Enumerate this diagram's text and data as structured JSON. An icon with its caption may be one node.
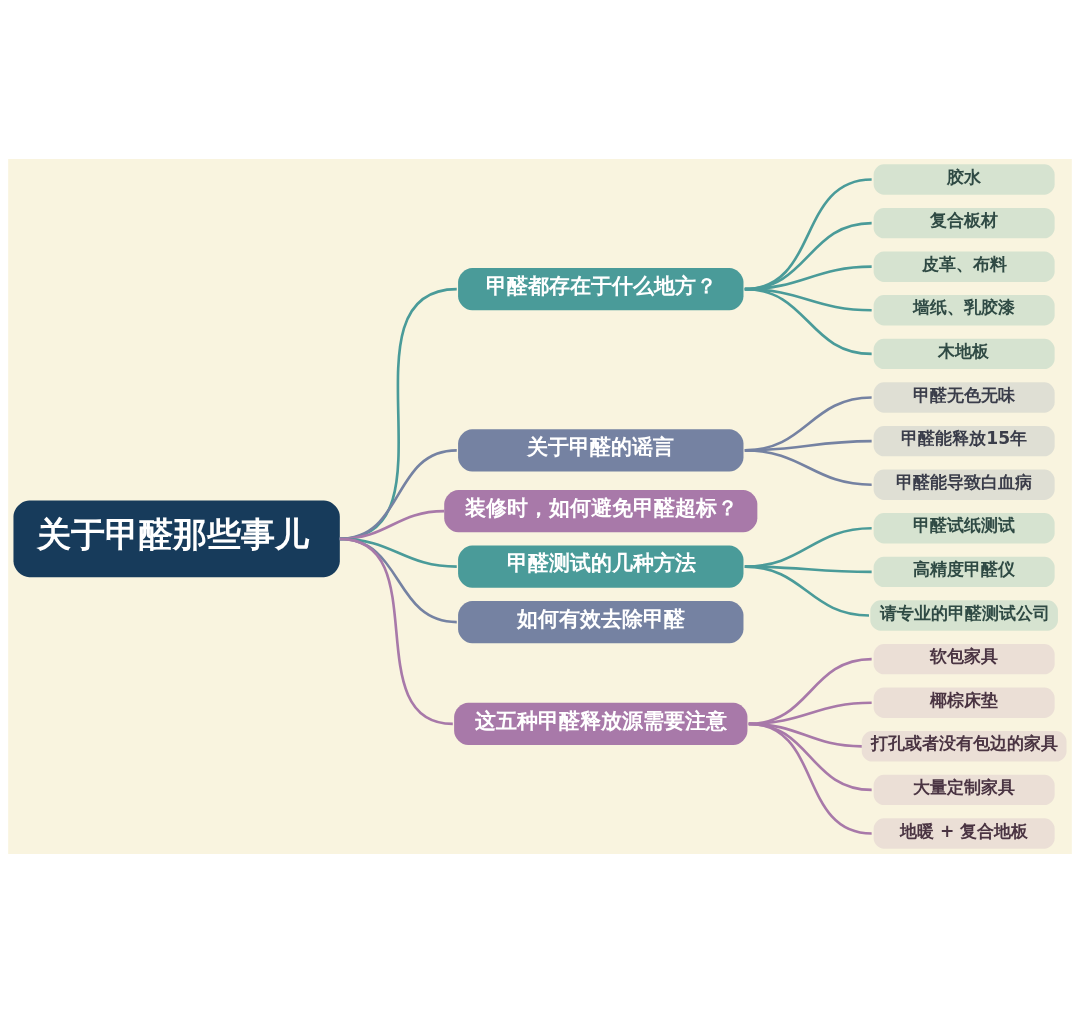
{
  "diagram": {
    "nodes": [
      {
        "text": [
          "关于甲醛那些事儿"
        ]
      },
      {
        "text": [
          "甲醛都存在于什么地方？"
        ]
      },
      {
        "text": [
          "胶水"
        ]
      },
      {
        "text": [
          "复合板材"
        ]
      },
      {
        "text": [
          "皮革、布料"
        ]
      },
      {
        "text": [
          "墙纸、乳胶漆"
        ]
      },
      {
        "text": [
          "木地板"
        ]
      },
      {
        "text": [
          "关于甲醛的谣言"
        ]
      },
      {
        "text": [
          "甲醛无色无味"
        ]
      },
      {
        "text": [
          "甲醛能释放15年"
        ]
      },
      {
        "text": [
          "甲醛能导致白血病"
        ]
      },
      {
        "text": [
          "装修时，如何避免甲醛超标？"
        ]
      },
      {
        "text": [
          "甲醛测试的几种方法"
        ]
      },
      {
        "text": [
          "甲醛试纸测试"
        ]
      },
      {
        "text": [
          "高精度甲醛仪"
        ]
      },
      {
        "text": [
          "请专业的甲醛测试公司"
        ]
      },
      {
        "text": [
          "如何有效去除甲醛"
        ]
      },
      {
        "text": [
          "这五种甲醛释放源需要注意"
        ]
      },
      {
        "text": [
          "软包家具"
        ]
      },
      {
        "text": [
          "椰棕床垫"
        ]
      },
      {
        "text": [
          "打孔或者没有包边的家具"
        ]
      },
      {
        "text": [
          "大量定制家具"
        ]
      },
      {
        "text": [
          "地暖 + 复合地板"
        ]
      }
    ],
    "edges": [
      {
        "from": 0,
        "to": 1,
        "arrow": "none"
      },
      {
        "from": 1,
        "to": 2,
        "arrow": "none"
      },
      {
        "from": 1,
        "to": 3,
        "arrow": "none"
      },
      {
        "from": 1,
        "to": 4,
        "arrow": "none"
      },
      {
        "from": 1,
        "to": 5,
        "arrow": "none"
      },
      {
        "from": 1,
        "to": 6,
        "arrow": "none"
      },
      {
        "from": 0,
        "to": 7,
        "arrow": "none",
        "color": "#7582a2"
      },
      {
        "from": 7,
        "to": 8,
        "arrow": "none",
        "color": "#7582a2"
      },
      {
        "from": 7,
        "to": 9,
        "arrow": "none",
        "color": "#7582a2"
      },
      {
        "from": 7,
        "to": 10,
        "arrow": "none",
        "color": "#7582a2"
      },
      {
        "from": 0,
        "to": 11,
        "arrow": "none",
        "color": "#a879a9"
      },
      {
        "from": 0,
        "to": 12,
        "arrow": "none"
      },
      {
        "from": 12,
        "to": 13,
        "arrow": "none"
      },
      {
        "from": 12,
        "to": 14,
        "arrow": "none"
      },
      {
        "from": 12,
        "to": 15,
        "arrow": "none"
      },
      {
        "from": 0,
        "to": 16,
        "arrow": "none",
        "color": "#7582a2"
      },
      {
        "from": 0,
        "to": 17,
        "arrow": "none",
        "color": "#a879a9"
      },
      {
        "from": 17,
        "to": 18,
        "arrow": "none",
        "color": "#a879a9"
      },
      {
        "from": 17,
        "to": 19,
        "arrow": "none",
        "color": "#a879a9"
      },
      {
        "from": 17,
        "to": 20,
        "arrow": "none",
        "color": "#a879a9"
      },
      {
        "from": 17,
        "to": 21,
        "arrow": "none",
        "color": "#a879a9"
      },
      {
        "from": 17,
        "to": 22,
        "arrow": "none",
        "color": "#a879a9"
      }
    ]
  }
}
